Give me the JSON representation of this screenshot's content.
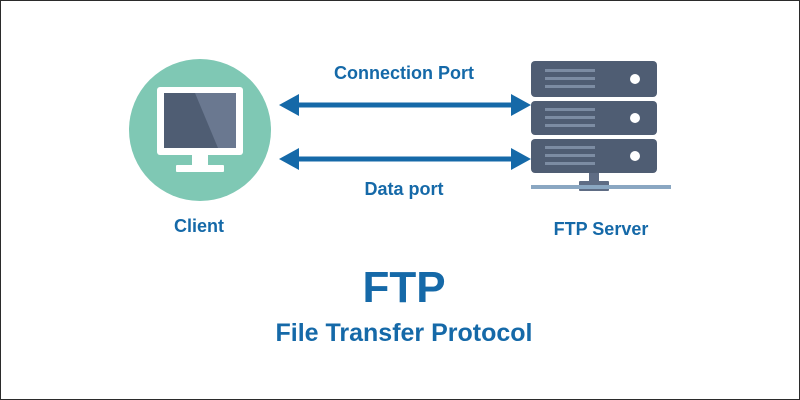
{
  "colors": {
    "accent": "#1569a8",
    "client_circle": "#7fc8b4",
    "monitor_frame": "#ffffff",
    "monitor_screen": "#4f5d73",
    "monitor_shine": "#6a7890",
    "server_body": "#4f5d73",
    "server_lines": "#7c8ca3",
    "server_lights": "#ffffff",
    "server_base": "#5e6c84",
    "server_line": "#8aa7c2"
  },
  "icons": {
    "client": "desktop-monitor-icon",
    "server": "server-rack-icon"
  },
  "labels": {
    "connection_port": "Connection Port",
    "data_port": "Data port",
    "client": "Client",
    "ftp_server": "FTP Server",
    "title": "FTP",
    "subtitle": "File Transfer Protocol"
  }
}
